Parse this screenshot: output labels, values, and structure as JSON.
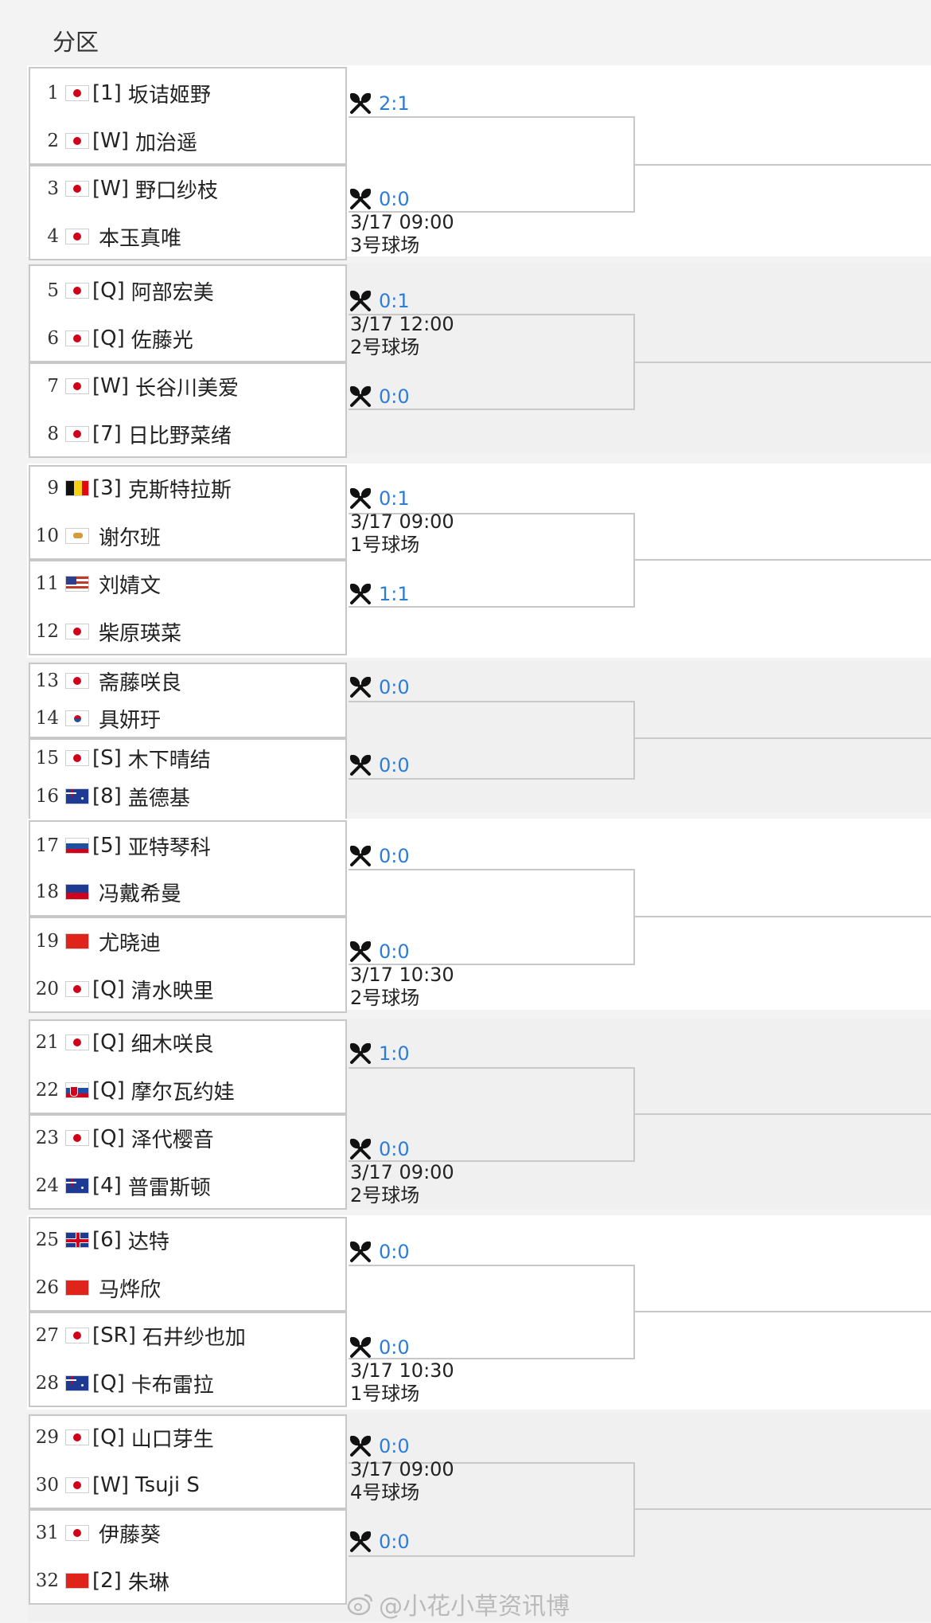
{
  "header": {
    "title": "分区"
  },
  "players": [
    {
      "num": "1",
      "seed": "[1]",
      "name": "坂诘姬野",
      "flag": "jp"
    },
    {
      "num": "2",
      "seed": "[W]",
      "name": "加治遥",
      "flag": "jp"
    },
    {
      "num": "3",
      "seed": "[W]",
      "name": "野口纱枝",
      "flag": "jp"
    },
    {
      "num": "4",
      "seed": "",
      "name": "本玉真唯",
      "flag": "jp"
    },
    {
      "num": "5",
      "seed": "[Q]",
      "name": "阿部宏美",
      "flag": "jp"
    },
    {
      "num": "6",
      "seed": "[Q]",
      "name": "佐藤光",
      "flag": "jp"
    },
    {
      "num": "7",
      "seed": "[W]",
      "name": "长谷川美爱",
      "flag": "jp"
    },
    {
      "num": "8",
      "seed": "[7]",
      "name": "日比野菜绪",
      "flag": "jp"
    },
    {
      "num": "9",
      "seed": "[3]",
      "name": "克斯特拉斯",
      "flag": "be"
    },
    {
      "num": "10",
      "seed": "",
      "name": "谢尔班",
      "flag": "cy"
    },
    {
      "num": "11",
      "seed": "",
      "name": "刘婧文",
      "flag": "us"
    },
    {
      "num": "12",
      "seed": "",
      "name": "柴原瑛菜",
      "flag": "jp"
    },
    {
      "num": "13",
      "seed": "",
      "name": "斋藤咲良",
      "flag": "jp"
    },
    {
      "num": "14",
      "seed": "",
      "name": "具妍玗",
      "flag": "kr"
    },
    {
      "num": "15",
      "seed": "[S]",
      "name": "木下晴结",
      "flag": "jp"
    },
    {
      "num": "16",
      "seed": "[8]",
      "name": "盖德基",
      "flag": "au"
    },
    {
      "num": "17",
      "seed": "[5]",
      "name": "亚特琴科",
      "flag": "ru"
    },
    {
      "num": "18",
      "seed": "",
      "name": "冯戴希曼",
      "flag": "li"
    },
    {
      "num": "19",
      "seed": "",
      "name": "尤晓迪",
      "flag": "cn"
    },
    {
      "num": "20",
      "seed": "[Q]",
      "name": "清水映里",
      "flag": "jp"
    },
    {
      "num": "21",
      "seed": "[Q]",
      "name": "细木咲良",
      "flag": "jp"
    },
    {
      "num": "22",
      "seed": "[Q]",
      "name": "摩尔瓦约娃",
      "flag": "sk"
    },
    {
      "num": "23",
      "seed": "[Q]",
      "name": "泽代樱音",
      "flag": "jp"
    },
    {
      "num": "24",
      "seed": "[4]",
      "name": "普雷斯顿",
      "flag": "au"
    },
    {
      "num": "25",
      "seed": "[6]",
      "name": "达特",
      "flag": "gb"
    },
    {
      "num": "26",
      "seed": "",
      "name": "马烨欣",
      "flag": "cn"
    },
    {
      "num": "27",
      "seed": "[SR]",
      "name": "石井纱也加",
      "flag": "jp"
    },
    {
      "num": "28",
      "seed": "[Q]",
      "name": "卡布雷拉",
      "flag": "au"
    },
    {
      "num": "29",
      "seed": "[Q]",
      "name": "山口芽生",
      "flag": "jp"
    },
    {
      "num": "30",
      "seed": "[W]",
      "name": "Tsuji S",
      "flag": "jp"
    },
    {
      "num": "31",
      "seed": "",
      "name": "伊藤葵",
      "flag": "jp"
    },
    {
      "num": "32",
      "seed": "[2]",
      "name": "朱琳",
      "flag": "cn"
    }
  ],
  "matches": [
    {
      "score": "2:1",
      "time": "",
      "court": ""
    },
    {
      "score": "0:0",
      "time": "3/17 09:00",
      "court": "3号球场"
    },
    {
      "score": "0:1",
      "time": "3/17 12:00",
      "court": "2号球场"
    },
    {
      "score": "0:0",
      "time": "",
      "court": ""
    },
    {
      "score": "0:1",
      "time": "3/17 09:00",
      "court": "1号球场"
    },
    {
      "score": "1:1",
      "time": "",
      "court": ""
    },
    {
      "score": "0:0",
      "time": "",
      "court": ""
    },
    {
      "score": "0:0",
      "time": "",
      "court": ""
    },
    {
      "score": "0:0",
      "time": "",
      "court": ""
    },
    {
      "score": "0:0",
      "time": "3/17 10:30",
      "court": "2号球场"
    },
    {
      "score": "1:0",
      "time": "",
      "court": ""
    },
    {
      "score": "0:0",
      "time": "3/17 09:00",
      "court": "2号球场"
    },
    {
      "score": "0:0",
      "time": "",
      "court": ""
    },
    {
      "score": "0:0",
      "time": "3/17 10:30",
      "court": "1号球场"
    },
    {
      "score": "0:0",
      "time": "3/17 09:00",
      "court": "4号球场"
    },
    {
      "score": "0:0",
      "time": "",
      "court": ""
    }
  ],
  "watermark": {
    "text": "@小花小草资讯博"
  },
  "colors": {
    "score": "#2d7cd6",
    "line": "#c8c8c8",
    "section_alt": "#f0f0f0"
  }
}
